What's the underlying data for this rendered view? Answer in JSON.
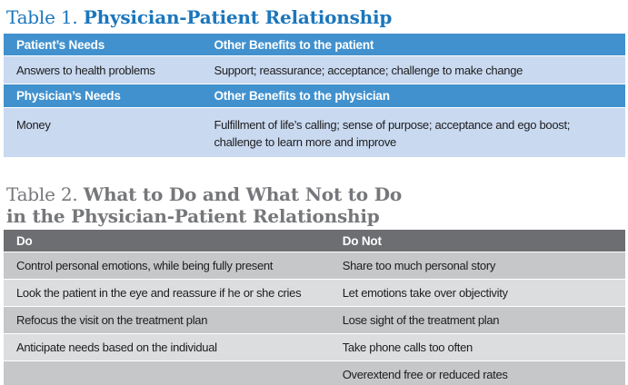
{
  "theme": {
    "blue_title": "#1b76bc",
    "blue_header": "#4191ce",
    "blue_row": "#c9d9f0",
    "gray_title": "#76777a",
    "gray_header": "#6d6e71",
    "gray_row_a": "#c6c7c9",
    "gray_row_b": "#dcddde",
    "text": "#1d1d1f"
  },
  "table1": {
    "label": "Table 1.",
    "title": "Physician-Patient Relationship",
    "sections": [
      {
        "header_left": "Patient’s Needs",
        "header_right": "Other Benefits to the patient",
        "row_left": "Answers to health problems",
        "row_right": "Support; reassurance; acceptance; challenge to make change"
      },
      {
        "header_left": "Physician’s Needs",
        "header_right": "Other Benefits to the physician",
        "row_left": "Money",
        "row_right": "Fulfillment of life’s calling; sense of purpose; acceptance and ego boost; challenge to learn more and improve"
      }
    ]
  },
  "table2": {
    "label": "Table 2.",
    "title_line1": "What to Do and What Not to Do",
    "title_line2": "in the Physician-Patient Relationship",
    "header_left": "Do",
    "header_right": "Do Not",
    "rows": [
      {
        "left": "Control personal emotions, while being fully present",
        "right": "Share too much personal story"
      },
      {
        "left": "Look the patient in the eye and reassure if he or she cries",
        "right": "Let emotions take over objectivity"
      },
      {
        "left": "Refocus the visit on the treatment plan",
        "right": "Lose sight of the treatment plan"
      },
      {
        "left": "Anticipate needs based on the individual",
        "right": "Take phone calls too often"
      },
      {
        "left": "",
        "right": "Overextend free or reduced rates"
      }
    ]
  }
}
